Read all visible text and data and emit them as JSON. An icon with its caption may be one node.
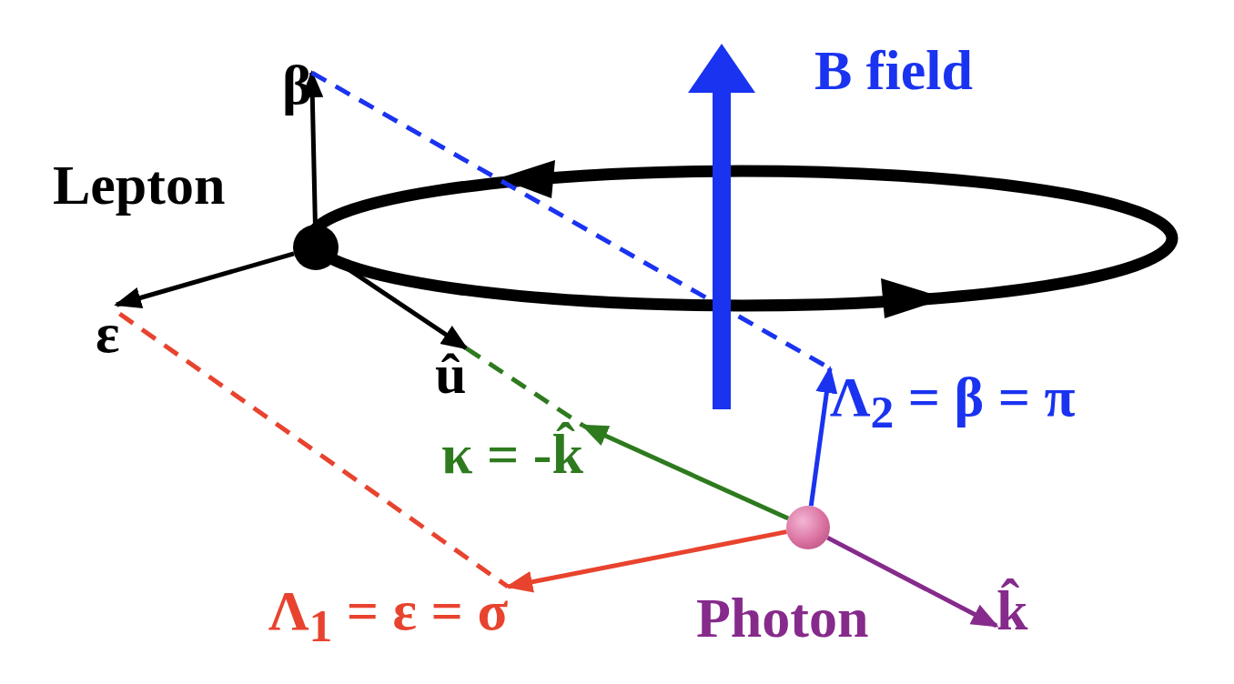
{
  "diagram": {
    "nodes": [
      {
        "text": [],
        "shape": "circle",
        "beside": [
          "Lepton"
        ]
      },
      {
        "text": [
          "β"
        ]
      },
      {
        "text": [
          "ε"
        ]
      },
      {
        "text": [
          "û"
        ]
      },
      {
        "text": [],
        "shape": "circle",
        "beside": [
          "Photon"
        ]
      },
      {
        "text": [
          "Λ$_{1}$ = ε = σ"
        ]
      },
      {
        "text": [
          "k̂"
        ]
      },
      {
        "text": [
          "Λ$_{2}$ = β = π"
        ]
      },
      {
        "text": [
          "κ = -k̂"
        ]
      }
    ],
    "edges": [
      {
        "from": 0,
        "to": 1,
        "arrow": "to"
      },
      {
        "from": 0,
        "to": 2,
        "arrow": "to"
      },
      {
        "from": 0,
        "to": 3,
        "arrow": "to"
      },
      {
        "from": 4,
        "to": 5,
        "arrow": "to",
        "color": "#e8432e"
      },
      {
        "from": 4,
        "to": 6,
        "arrow": "to",
        "color": "#862a8c"
      },
      {
        "from": 4,
        "to": 7,
        "arrow": "to",
        "color": "#1a33f0"
      },
      {
        "from": 4,
        "to": 8,
        "arrow": "to",
        "color": "#2e7a1f"
      },
      {
        "from": 1,
        "to": 7,
        "arrow": "none",
        "style": "dashed",
        "color": "#1a33f0"
      },
      {
        "from": 2,
        "to": 5,
        "arrow": "none",
        "style": "dashed",
        "color": "#e8432e"
      },
      {
        "from": 3,
        "to": 8,
        "arrow": "none",
        "style": "dashed",
        "color": "#2e7a1f"
      }
    ],
    "labels": [
      "B field"
    ]
  }
}
